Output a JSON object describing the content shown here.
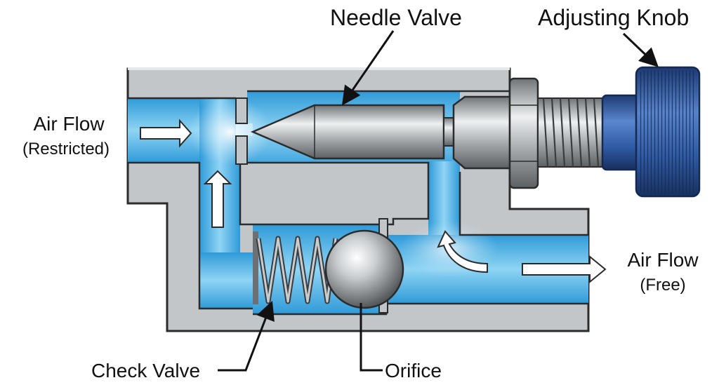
{
  "labels": {
    "needle_valve": "Needle Valve",
    "adjusting_knob": "Adjusting Knob",
    "air_flow_restricted_line1": "Air Flow",
    "air_flow_restricted_line2": "(Restricted)",
    "air_flow_free_line1": "Air Flow",
    "air_flow_free_line2": "(Free)",
    "check_valve": "Check Valve",
    "orifice": "Orifice"
  },
  "colors": {
    "body": "#c3c6c9",
    "body_outline": "#2b2b2b",
    "fluid": "#4fb3e8",
    "fluid_light": "#bfe6f8",
    "knob": "#3d67b0",
    "knob_dark": "#22407a",
    "steel": "#a8acaf",
    "arrow": "#ffffff"
  },
  "icons": [
    "flow-arrow-icon",
    "leader-line",
    "coil-spring",
    "steel-ball"
  ]
}
